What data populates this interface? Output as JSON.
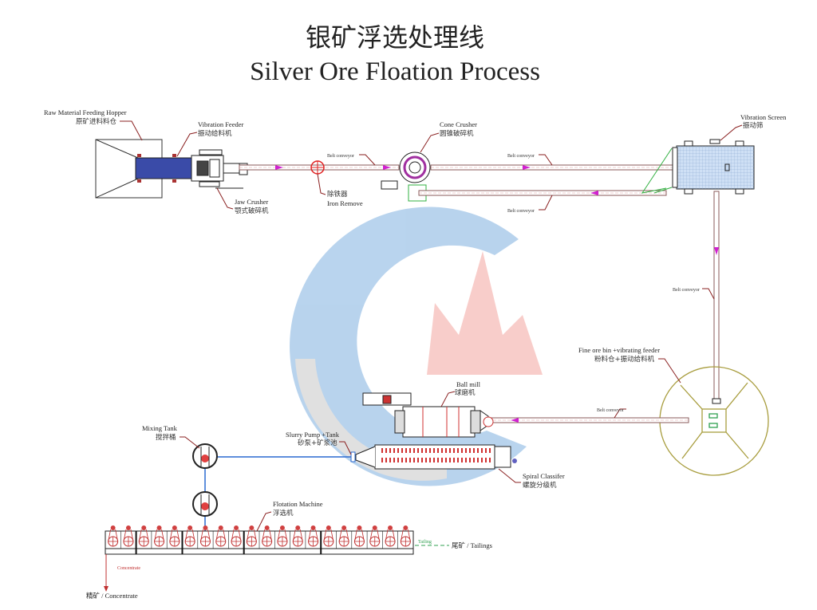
{
  "title_zh": "银矿浮选处理线",
  "title_en": "Silver Ore Floation Process",
  "colors": {
    "belt_arrow": "#d020d0",
    "watermark_blue": "#4a86c8",
    "watermark_red": "#e05050",
    "slurry_line": "#2a6ad0",
    "fine_bin": "#a89d3e",
    "screen_fill": "#cfe0f5",
    "leader": "#8a2020"
  },
  "labels": {
    "hopper": {
      "en": "Raw Material Feeding Hopper",
      "zh": "原矿进料料仓"
    },
    "vib_feeder": {
      "en": "Vibration Feeder",
      "zh": "振动给料机"
    },
    "jaw": {
      "en": "Jaw Crusher",
      "zh": "颚式破碎机"
    },
    "iron": {
      "zh": "除铁器",
      "en": "Iron Remove"
    },
    "cone": {
      "en": "Cone Crusher",
      "zh": "圆锥破碎机"
    },
    "screen": {
      "en": "Vibration Screen",
      "zh": "振动筛"
    },
    "fine_bin": {
      "en": "Fine ore bin +vibrating feeder",
      "zh": "粉料仓+振动给料机"
    },
    "ball_mill": {
      "en": "Ball mill",
      "zh": "球磨机"
    },
    "pump": {
      "en": "Slurry Pump +Tank",
      "zh": "砂泵+矿浆池"
    },
    "classifier": {
      "en": "Spiral Classifer",
      "zh": "螺旋分级机"
    },
    "mixing": {
      "en": "Mixing Tank",
      "zh": "搅拌桶"
    },
    "flotation": {
      "en": "Flotation Machine",
      "zh": "浮选机"
    },
    "belt": "Belt conveyor",
    "concentrate_small": "Concentrate",
    "tailing_small": "Tailing",
    "concentrate": "精矿 / Concentrate",
    "tailings": "尾矿 / Tailings"
  }
}
